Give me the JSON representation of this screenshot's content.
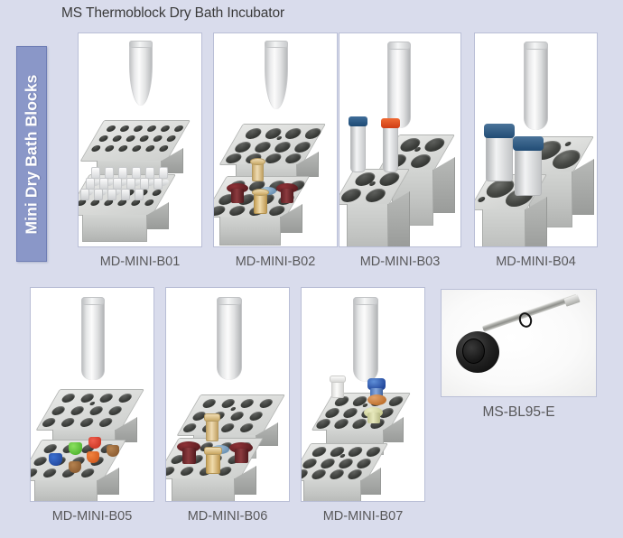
{
  "page": {
    "title": "MS Thermoblock Dry Bath Incubator",
    "background_color": "#d9dcec"
  },
  "sidebar": {
    "label": "Mini Dry Bath Blocks",
    "background_color": "#8a97c8",
    "text_color": "#ffffff"
  },
  "rows": [
    {
      "cards": [
        {
          "label": "MD-MINI-B01",
          "tube_type": "conical-microtube",
          "blocks": 2,
          "well_size": "small",
          "contents": "clear microcentrifuge tubes"
        },
        {
          "label": "MD-MINI-B02",
          "tube_type": "conical-microtube",
          "blocks": 2,
          "well_size": "large",
          "contents": "cryovials with dark-red, tan and blue caps"
        },
        {
          "label": "MD-MINI-B03",
          "tube_type": "round-bottom-tube",
          "blocks": 2,
          "well_size": "xlarge",
          "contents": "15 mL centrifuge tubes with blue and orange caps"
        },
        {
          "label": "MD-MINI-B04",
          "tube_type": "round-bottom-tube",
          "blocks": 2,
          "well_size": "xxlarge",
          "contents": "50 mL containers with blue caps"
        }
      ]
    },
    {
      "cards": [
        {
          "label": "MD-MINI-B05",
          "tube_type": "round-bottom-tube",
          "blocks": 2,
          "well_size": "medium",
          "contents": "tubes with blue, green, red, orange and brown caps"
        },
        {
          "label": "MD-MINI-B06",
          "tube_type": "round-bottom-tube",
          "blocks": 2,
          "well_size": "medium",
          "contents": "cryovials with dark-red, tan and blue caps"
        },
        {
          "label": "MD-MINI-B07",
          "tube_type": "round-bottom-tube",
          "blocks": 2,
          "well_size": "medium",
          "contents": "assorted white, blue, amber and pale-green vials"
        }
      ]
    }
  ],
  "accessory": {
    "label": "MS-BL95-E",
    "description": "calibration temperature probe with black knurled knob"
  },
  "colors": {
    "cap_dark_red": "#6b2326",
    "cap_tan": "#d9b877",
    "cap_blue": "#7fa5c9",
    "cap_bright_blue": "#2f62b5",
    "cap_green": "#5cc23c",
    "cap_red": "#e03b2b",
    "cap_orange": "#e8743a",
    "cap_brown": "#9a6337",
    "cap_navy": "#1f4e79",
    "cap_orange_dark": "#e0461d",
    "label_text": "#58585a",
    "title_text": "#3a3a3a",
    "card_border": "#b9bed6"
  }
}
